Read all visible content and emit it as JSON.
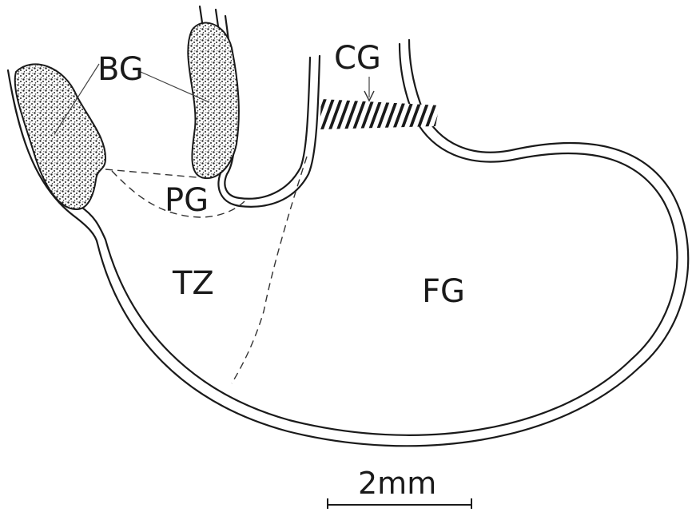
{
  "labels": {
    "bg": "BG",
    "cg": "CG",
    "pg": "PG",
    "tz": "TZ",
    "fg": "FG"
  },
  "scale_bar": {
    "label": "2mm"
  },
  "colors": {
    "ink": "#1a1a1a",
    "background": "#ffffff"
  }
}
